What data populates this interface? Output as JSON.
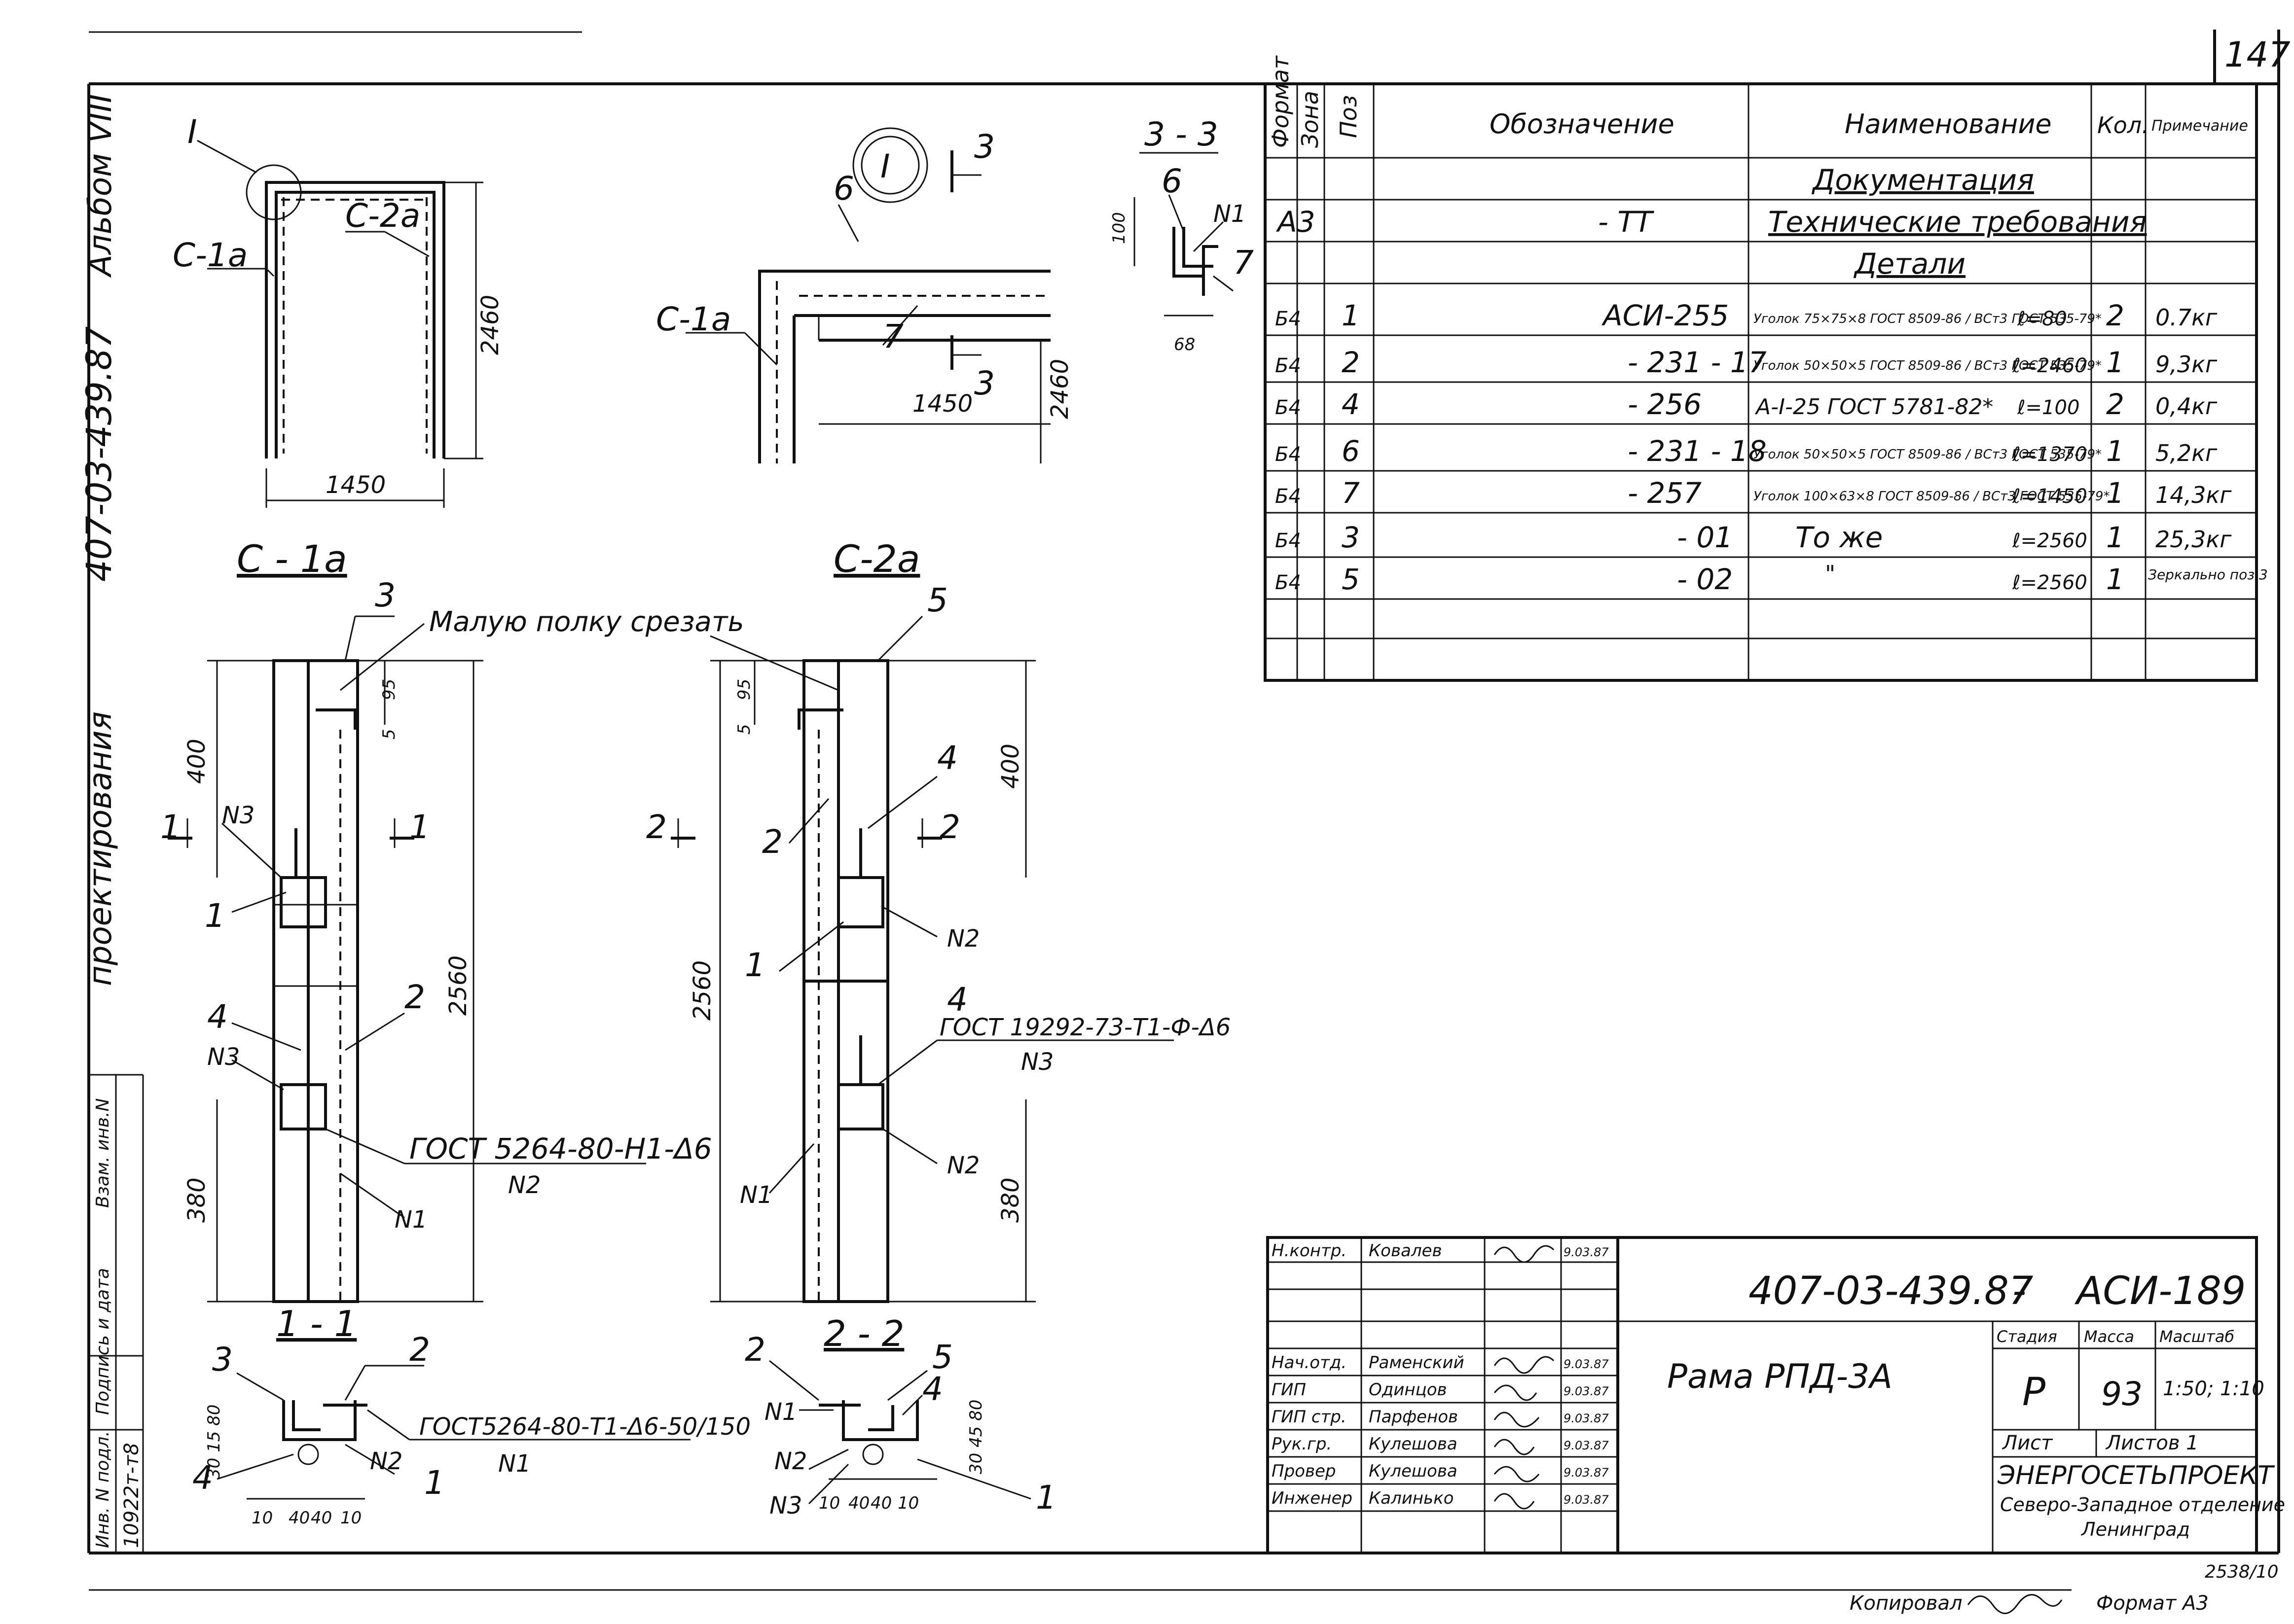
{
  "page_number": "147",
  "side_margin": {
    "album": "Альбом VIII",
    "code": "407-03-439.87",
    "designing": "проектирования",
    "stamp_fields": [
      "Инв. N подл.",
      "Подпись и дата",
      "Взам. инв.N"
    ],
    "inventory_number": "10922т-т8"
  },
  "frame_view": {
    "callout": "I",
    "left_label": "С-1а",
    "right_label": "С-2а",
    "height": "2460",
    "width": "1450"
  },
  "detail_I": {
    "marker": "I",
    "cut_label": "3",
    "pos_6": "6",
    "pos_7": "7",
    "column_label": "С-1а",
    "width": "1450",
    "height": "2460"
  },
  "section_33": {
    "title": "3 - 3",
    "pos_6": "6",
    "pos_7": "7",
    "weld": "N1",
    "dim_vertical": "100",
    "dim_horizontal": "68"
  },
  "spec_table": {
    "headers": [
      "Формат",
      "Зона",
      "Поз",
      "Обозначение",
      "Наименование",
      "Кол.",
      "Примечание"
    ],
    "sections": {
      "documentation": "Документация",
      "details": "Детали"
    },
    "tech_req": {
      "format": "А3",
      "designation": "- ТТ",
      "name": "Технические требования"
    },
    "rows": [
      {
        "format": "Б4",
        "pos": "1",
        "designation": "АСИ-255",
        "name": "Уголок 75×75×8 ГОСТ 8509-86 / ВСт3 ГОСТ 535-79*",
        "length": "ℓ=80",
        "qty": "2",
        "note": "0.7кг"
      },
      {
        "format": "Б4",
        "pos": "2",
        "designation": "- 231 - 17",
        "name": "Уголок 50×50×5 ГОСТ 8509-86 / ВСт3 ГОСТ 535-79*",
        "length": "ℓ=2460",
        "qty": "1",
        "note": "9,3кг"
      },
      {
        "format": "Б4",
        "pos": "4",
        "designation": "- 256",
        "name": "А-I-25 ГОСТ 5781-82*",
        "length": "ℓ=100",
        "qty": "2",
        "note": "0,4кг"
      },
      {
        "format": "Б4",
        "pos": "6",
        "designation": "- 231 - 18",
        "name": "Уголок 50×50×5 ГОСТ 8509-86 / ВСт3 ГОСТ 535-79*",
        "length": "ℓ=1370",
        "qty": "1",
        "note": "5,2кг"
      },
      {
        "format": "Б4",
        "pos": "7",
        "designation": "- 257",
        "name": "Уголок 100×63×8 ГОСТ 8509-86 / ВСт3 ГОСТ 535-79*",
        "length": "ℓ=1450",
        "qty": "1",
        "note": "14,3кг"
      },
      {
        "format": "Б4",
        "pos": "3",
        "designation": "- 01",
        "name": "То же",
        "length": "ℓ=2560",
        "qty": "1",
        "note": "25,3кг"
      },
      {
        "format": "Б4",
        "pos": "5",
        "designation": "- 02",
        "name": "\"",
        "length": "ℓ=2560",
        "qty": "1",
        "note": "Зеркально поз.3"
      }
    ]
  },
  "column_c1a": {
    "title": "С - 1а",
    "cut_note": "Малую полку срезать",
    "pos3": "3",
    "pos1": "1",
    "pos4": "4",
    "pos2": "2",
    "weld_n3_top": "N3",
    "weld_n3": "N3",
    "weld_n1": "N1",
    "gost": "ГОСТ  5264-80-Н1-Δ6",
    "gost_weld": "N2",
    "dim_400": "400",
    "dim_380": "380",
    "dim_2560": "2560",
    "dim_95": "95",
    "dim_5": "5",
    "section_mark": "1"
  },
  "column_c2a": {
    "title": "С-2а",
    "pos5": "5",
    "pos2": "2",
    "pos4_top": "4",
    "pos1": "1",
    "pos4": "4",
    "weld_n2_top": "N2",
    "weld_n1": "N1",
    "weld_n2": "N2",
    "weld_n3": "N3",
    "gost": "ГОСТ 19292-73-Т1-Ф-Δ6",
    "dim_400": "400",
    "dim_380": "380",
    "dim_2560": "2560",
    "dim_95": "95",
    "dim_5": "5",
    "section_mark": "2"
  },
  "section_11": {
    "title": "1 - 1",
    "pos3": "3",
    "pos2": "2",
    "pos4": "4",
    "pos1": "1",
    "weld_n2": "N2",
    "weld_n1": "N1",
    "gost": "ГОСТ5264-80-Т1-Δ6-50/150",
    "dims": [
      "10",
      "40",
      "40",
      "10"
    ],
    "vdims": "30 15 80"
  },
  "section_22": {
    "title": "2 - 2",
    "pos2": "2",
    "pos5": "5",
    "pos4": "4",
    "pos1": "1",
    "weld_n1": "N1",
    "weld_n2": "N2",
    "weld_n3": "N3",
    "dims": [
      "10",
      "40",
      "40",
      "10"
    ],
    "vdims": "30 45 80"
  },
  "title_block": {
    "code": "407-03-439.87",
    "dash": "-",
    "sheet_code": "АСИ-189",
    "title": "Рама РПД-3А",
    "signatures": [
      {
        "role": "Н.контр.",
        "name": "Ковалев",
        "date": "9.03.87"
      },
      {
        "role": "Нач.отд.",
        "name": "Раменский",
        "date": "9.03.87"
      },
      {
        "role": "ГИП",
        "name": "Одинцов",
        "date": "9.03.87"
      },
      {
        "role": "ГИП стр.",
        "name": "Парфенов",
        "date": "9.03.87"
      },
      {
        "role": "Рук.гр.",
        "name": "Кулешова",
        "date": "9.03.87"
      },
      {
        "role": "Провер",
        "name": "Кулешова",
        "date": "9.03.87"
      },
      {
        "role": "Инженер",
        "name": "Калинько",
        "date": "9.03.87"
      }
    ],
    "stage_label": "Стадия",
    "mass_label": "Масса",
    "scale_label": "Масштаб",
    "stage": "Р",
    "mass": "93",
    "scale": "1:50; 1:10",
    "sheet_label": "Лист",
    "sheets_label": "Листов 1",
    "org_name": "ЭНЕРГОСЕТЬПРОЕКТ",
    "org_branch": "Северо-Западное отделение",
    "org_city": "Ленинград"
  },
  "footer": {
    "copied": "Копировал",
    "format": "Формат А3",
    "number": "2538/10"
  }
}
